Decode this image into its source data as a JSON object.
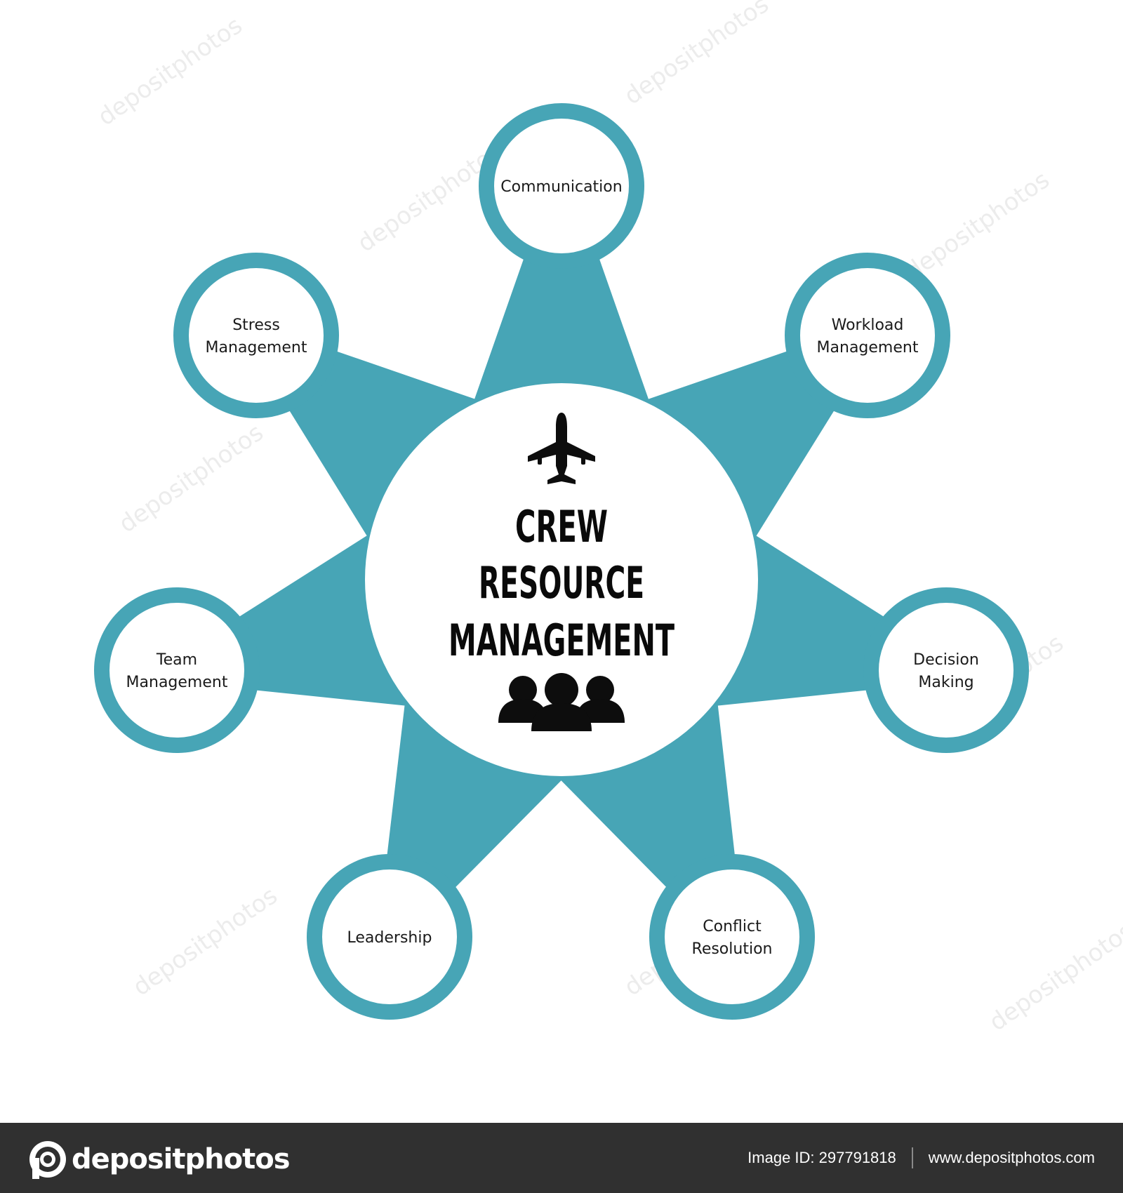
{
  "diagram": {
    "center": {
      "title_lines": [
        "CREW",
        "RESOURCE",
        "MANAGEMENT"
      ],
      "top_icon": "airplane-icon",
      "bottom_icon": "people-group-icon"
    },
    "nodes": [
      {
        "id": "communication",
        "lines": [
          "Communication"
        ]
      },
      {
        "id": "workload-management",
        "lines": [
          "Workload",
          "Management"
        ]
      },
      {
        "id": "decision-making",
        "lines": [
          "Decision",
          "Making"
        ]
      },
      {
        "id": "conflict-resolution",
        "lines": [
          "Conflict",
          "Resolution"
        ]
      },
      {
        "id": "leadership",
        "lines": [
          "Leadership"
        ]
      },
      {
        "id": "team-management",
        "lines": [
          "Team",
          "Management"
        ]
      },
      {
        "id": "stress-management",
        "lines": [
          "Stress",
          "Management"
        ]
      }
    ],
    "colors": {
      "accent": "#47a5b6",
      "background": "#ffffff",
      "text": "#1a1a1a"
    },
    "watermark_text": "depositphotos"
  },
  "footer": {
    "brand": "depositphotos",
    "image_id": "Image ID: 297791818",
    "url": "www.depositphotos.com",
    "background": "#303030"
  }
}
